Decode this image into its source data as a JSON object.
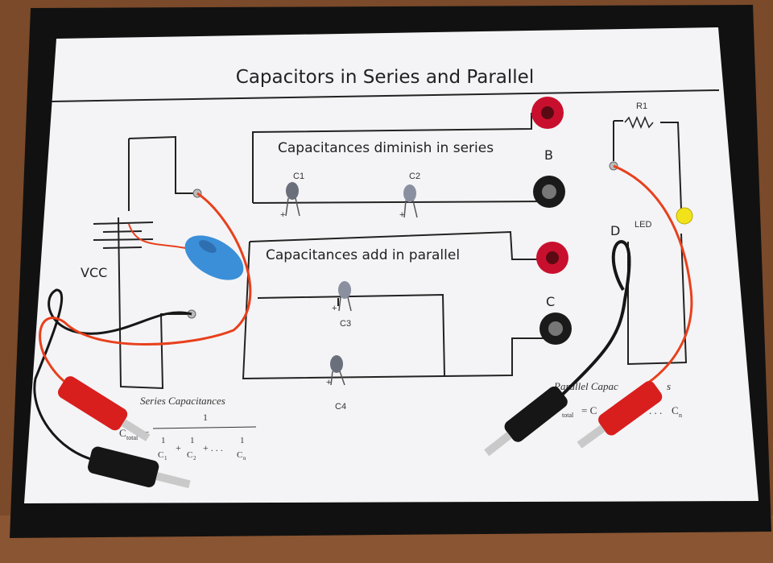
{
  "board": {
    "title": "Capacitors in Series and Parallel",
    "series_caption": "Capacitances diminish in series",
    "parallel_caption": "Capacitances add in parallel",
    "vcc_label": "VCC",
    "terminal_b": "B",
    "terminal_c": "C",
    "terminal_d": "D",
    "resistor_label": "R1",
    "led_label": "LED",
    "capacitors": [
      "C1",
      "C2",
      "C3",
      "C4"
    ],
    "plus_sign": "+"
  },
  "formulas": {
    "series_title": "Series Capacitances",
    "series_lhs": "C",
    "series_lhs_sub": "total",
    "series_eq": "=",
    "series_num": "1",
    "series_den_terms": [
      "1",
      "1",
      "1"
    ],
    "series_den_subs": [
      "1",
      "2",
      "n"
    ],
    "series_den_ops": [
      "+",
      "+ . . ."
    ],
    "parallel_title_visible": "Parallel Capac",
    "parallel_title_tail": "s",
    "parallel_sub_visible": "total",
    "parallel_eq": "= C",
    "parallel_dots": ". . .",
    "parallel_last": "C",
    "parallel_last_sub": "n"
  },
  "colors": {
    "wood": "#7a4a2a",
    "board_black": "#111111",
    "paper": "#f4f4f6",
    "wire_red": "#e8401c",
    "wire_black": "#161616",
    "plug_red": "#d91e1e",
    "post_red": "#c8102e",
    "battery_blue": "#3b8fd8",
    "led_yellow": "#f2e21a"
  }
}
